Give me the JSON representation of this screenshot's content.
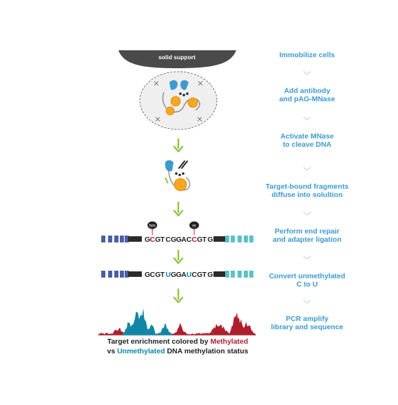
{
  "colors": {
    "step_text": "#3d9ad1",
    "chevron": "#c9dbe8",
    "arrow": "#8dc63f",
    "support": "#4a4a4a",
    "methylated": "#b01e2e",
    "unmethylated": "#1186a8",
    "adapter_left": "#4b5fa6",
    "adapter_right": "#5cc1c6",
    "dna_dark": "#2b2b2b",
    "antibody_blue": "#3d9ad1",
    "enzyme_orange": "#f5a623"
  },
  "support": {
    "label": "solid support"
  },
  "steps": [
    {
      "label1": "Immobilize cells",
      "label2": ""
    },
    {
      "label1": "Add antibody",
      "label2": "and pAG-MNase"
    },
    {
      "label1": "Activate MNase",
      "label2": "to cleave DNA"
    },
    {
      "label1": "Target-bound fragments",
      "label2": "diffuse into solultion"
    },
    {
      "label1": "Perform end repair",
      "label2": "and adapter ligation"
    },
    {
      "label1": "Convert unmethylated",
      "label2": "C to U"
    },
    {
      "label1": "PCR amplify",
      "label2": "library and sequence"
    }
  ],
  "sequence1": {
    "letters": [
      "G",
      "C",
      "G",
      "T",
      "C",
      "G",
      "G",
      "A",
      "C",
      "C",
      "G",
      "T",
      "G"
    ],
    "highlight": [
      1,
      9
    ],
    "badges": [
      {
        "text": "hm",
        "index": 1
      },
      {
        "text": "m",
        "index": 9
      }
    ]
  },
  "sequence2": {
    "letters": [
      "G",
      "C",
      "G",
      "T",
      "U",
      "G",
      "G",
      "A",
      "U",
      "C",
      "G",
      "T",
      "G"
    ],
    "highlight": [
      4,
      8
    ]
  },
  "icons": {
    "support": "solid-support-icon",
    "cell": "cell-nucleus-icon",
    "complex": "antibody-pag-mnase-icon",
    "arrow": "green-down-arrow-icon",
    "chevron": "chevron-down-icon"
  },
  "caption": {
    "line1_pre": "Target enrichment colored by ",
    "line1_methylated": "Methylated",
    "line2_pre": "vs ",
    "line2_unmethylated": "Unmethylated",
    "line2_post": " DNA methylation status"
  }
}
